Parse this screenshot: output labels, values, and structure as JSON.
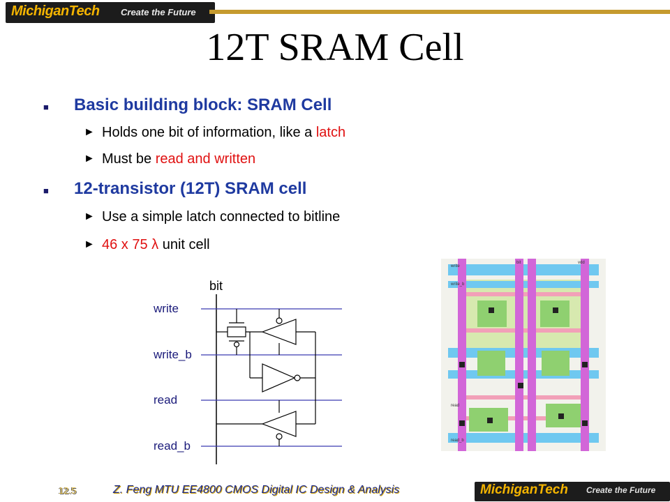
{
  "header": {
    "brand": "MichiganTech",
    "tagline": "Create the Future"
  },
  "title": "12T SRAM Cell",
  "bullets": [
    {
      "text": "Basic building block: SRAM Cell",
      "subs": [
        {
          "plain": "Holds one bit of information, like a ",
          "highlight": "latch"
        },
        {
          "plain": "Must be ",
          "highlight": "read and written"
        }
      ]
    },
    {
      "text": "12-transistor (12T) SRAM cell",
      "subs": [
        {
          "plain": "Use a simple latch connected to bitline",
          "highlight": ""
        },
        {
          "plain": "",
          "highlight": "46 x 75 λ",
          "after": " unit cell"
        }
      ]
    }
  ],
  "schematic": {
    "bit_label": "bit",
    "signals": [
      "write",
      "write_b",
      "read",
      "read_b"
    ]
  },
  "layout": {
    "top_labels": [
      "bit",
      "vdd"
    ],
    "side_labels": [
      "write",
      "write_b",
      "read",
      "read_b"
    ]
  },
  "footer": {
    "page": "12.5",
    "credit": "Z. Feng MTU EE4800 CMOS Digital IC Design & Analysis",
    "brand": "MichiganTech",
    "tagline": "Create the Future"
  },
  "colors": {
    "title": "#000000",
    "bullet_blue": "#1f3aa0",
    "highlight_red": "#e01010",
    "brand_gold": "#f4b400",
    "header_line": "#c59a2e"
  }
}
